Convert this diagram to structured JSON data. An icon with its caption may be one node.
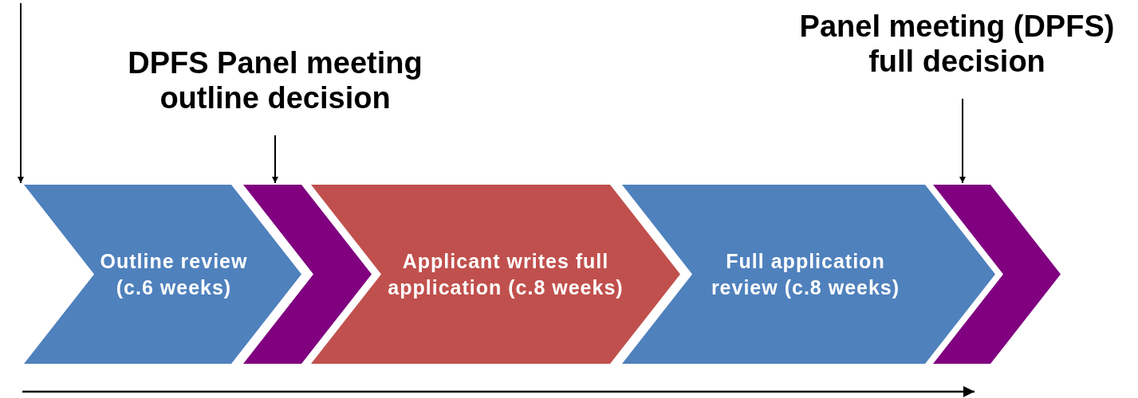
{
  "diagram": {
    "nodes": [
      {
        "text": [
          "DPFS Panel meeting outline decision"
        ]
      },
      {
        "text": [
          "Panel meeting (DPFS) full decision"
        ]
      },
      {
        "text": [
          "Outline review (c.6 weeks)"
        ]
      },
      {
        "text": [],
        "shape": "chevron"
      },
      {
        "text": [
          "Applicant writes full application (c.8 weeks)"
        ]
      },
      {
        "text": [
          "Full application review (c.8 weeks)"
        ]
      },
      {
        "text": [],
        "shape": "chevron"
      }
    ],
    "edges": [
      {
        "from": null,
        "to": 2,
        "arrow": "to"
      },
      {
        "from": 0,
        "to": 3,
        "arrow": "to"
      },
      {
        "from": 1,
        "to": 6,
        "arrow": "to"
      }
    ]
  }
}
